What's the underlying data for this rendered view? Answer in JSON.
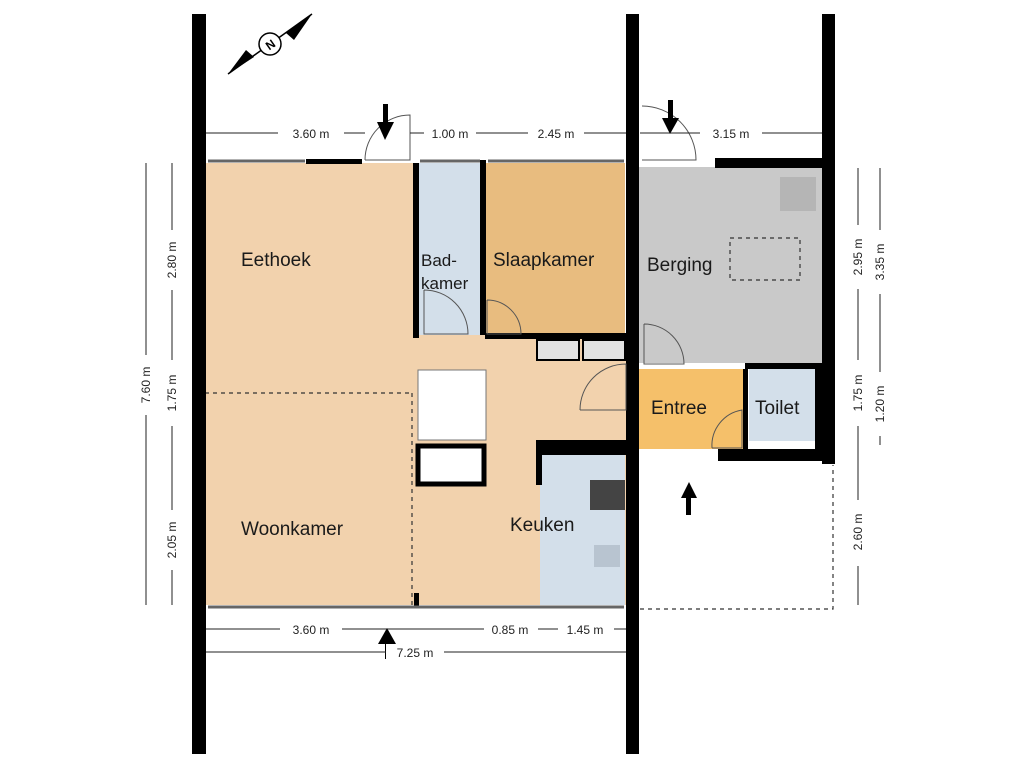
{
  "rooms": {
    "eethoek": "Eethoek",
    "badkamer_1": "Bad-",
    "badkamer_2": "kamer",
    "slaapkamer": "Slaapkamer",
    "berging": "Berging",
    "entree": "Entree",
    "toilet": "Toilet",
    "woonkamer": "Woonkamer",
    "keuken": "Keuken"
  },
  "dimensions": {
    "top_eethoek": "3.60 m",
    "top_bad": "1.00 m",
    "top_slaap": "2.45 m",
    "top_berging": "3.15 m",
    "left_total": "7.60 m",
    "left_upper": "2.80 m",
    "left_middle": "1.75 m",
    "left_lower": "2.05 m",
    "right_inner_upper": "2.95 m",
    "right_inner_middle": "1.75 m",
    "right_inner_lower": "2.60 m",
    "right_outer_upper": "3.35 m",
    "right_outer_lower": "1.20 m",
    "bottom_woon": "3.60 m",
    "bottom_mid": "0.85 m",
    "bottom_keuken": "1.45 m",
    "bottom_total": "7.25 m"
  },
  "compass": {
    "letter": "N"
  },
  "colors": {
    "living": "#f2d2ad",
    "bedroom": "#e8bc7f",
    "wet": "#d3dfea",
    "storage": "#c9c9c9",
    "entree": "#f5c06a",
    "wall": "#000000"
  }
}
